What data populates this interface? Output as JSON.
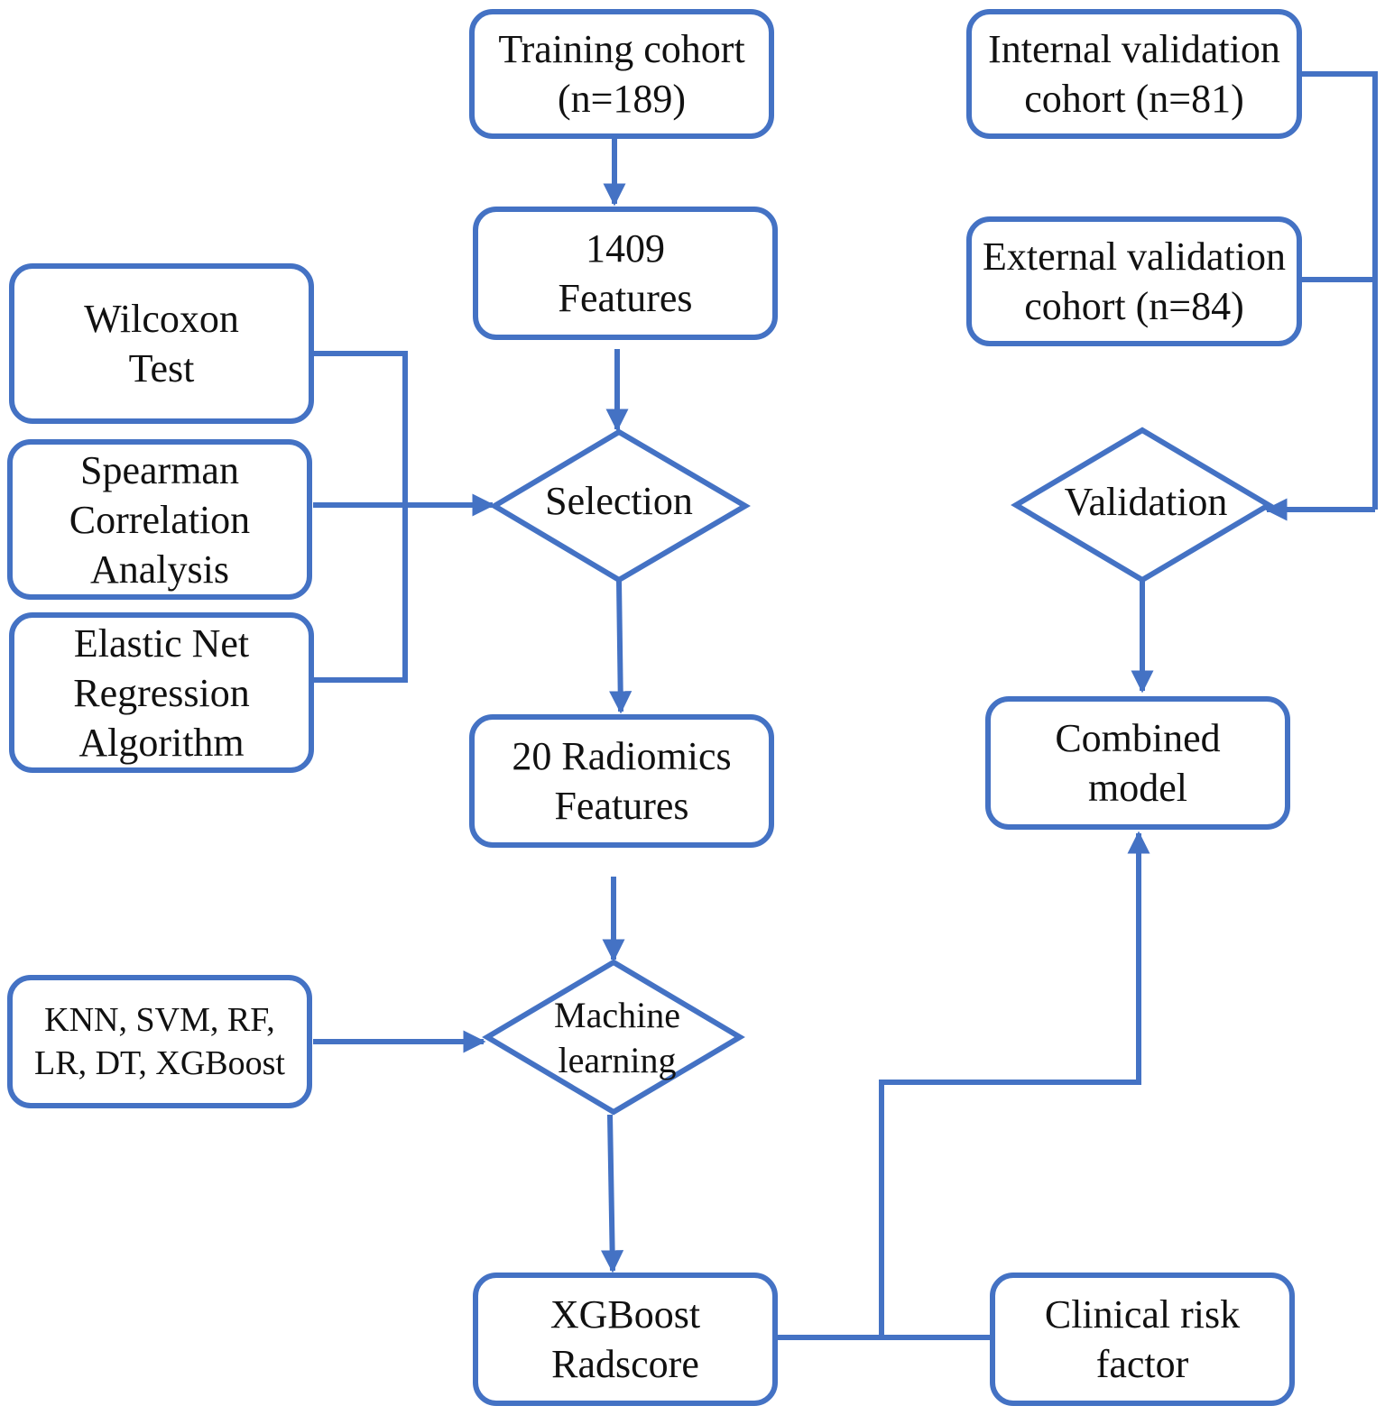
{
  "nodes": {
    "training": "Training cohort\n(n=189)",
    "features": "1409\nFeatures",
    "wilcoxon": "Wilcoxon\nTest",
    "spearman": "Spearman\nCorrelation\nAnalysis",
    "elastic": "Elastic Net\nRegression\nAlgorithm",
    "selection": "Selection",
    "radiomics": "20 Radiomics\nFeatures",
    "algorithms": "KNN, SVM, RF,\nLR, DT, XGBoost",
    "ml": "Machine\nlearning",
    "radscore": "XGBoost\nRadscore",
    "clinical": "Clinical risk\nfactor",
    "internal": "Internal validation\ncohort (n=81)",
    "external": "External validation\ncohort (n=84)",
    "validation": "Validation",
    "combined": "Combined\nmodel"
  },
  "colors": {
    "stroke": "#4472C4",
    "text": "#111111"
  }
}
